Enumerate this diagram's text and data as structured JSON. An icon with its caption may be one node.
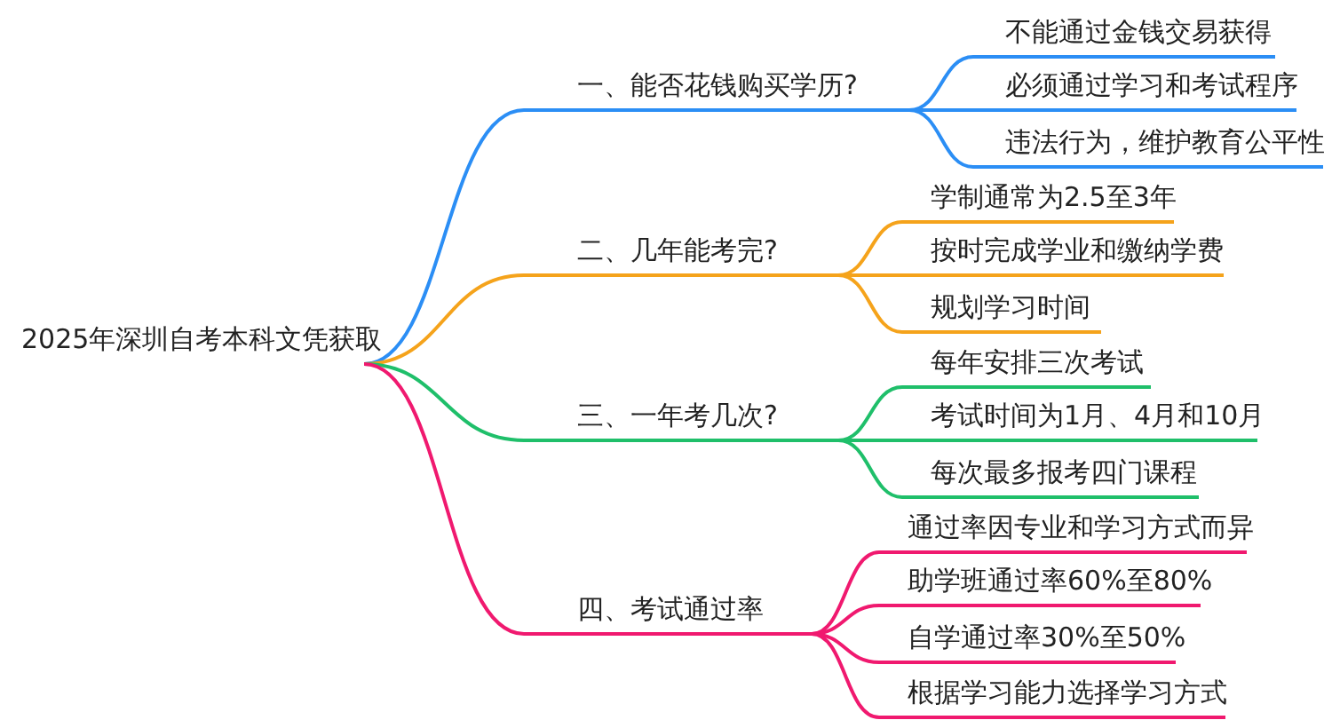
{
  "diagram": {
    "nodes": [
      {
        "text": [
          "2025年深圳自考本科文凭获取"
        ]
      },
      {
        "text": [
          "一、能否花钱购买学历?"
        ]
      },
      {
        "text": [
          "不能通过金钱交易获得"
        ]
      },
      {
        "text": [
          "必须通过学习和考试程序"
        ]
      },
      {
        "text": [
          "违法行为，维护教育公平性"
        ]
      },
      {
        "text": [
          "二、几年能考完?"
        ]
      },
      {
        "text": [
          "学制通常为2.5至3年"
        ]
      },
      {
        "text": [
          "按时完成学业和缴纳学费"
        ]
      },
      {
        "text": [
          "规划学习时间"
        ]
      },
      {
        "text": [
          "三、一年考几次?"
        ]
      },
      {
        "text": [
          "每年安排三次考试"
        ]
      },
      {
        "text": [
          "考试时间为1月、4月和10月"
        ]
      },
      {
        "text": [
          "每次最多报考四门课程"
        ]
      },
      {
        "text": [
          "四、考试通过率"
        ]
      },
      {
        "text": [
          "通过率因专业和学习方式而异"
        ]
      },
      {
        "text": [
          "助学班通过率60%至80%"
        ]
      },
      {
        "text": [
          "自学通过率30%至50%"
        ]
      },
      {
        "text": [
          "根据学习能力选择学习方式"
        ]
      }
    ],
    "edges": [
      {
        "from": 0,
        "to": 1,
        "arrow": "none",
        "color": "#2b8ef5"
      },
      {
        "from": 0,
        "to": 5,
        "arrow": "none",
        "color": "#f5a31b"
      },
      {
        "from": 0,
        "to": 9,
        "arrow": "none",
        "color": "#1fbf6a"
      },
      {
        "from": 0,
        "to": 13,
        "arrow": "none",
        "color": "#f0196f"
      },
      {
        "from": 1,
        "to": 2,
        "arrow": "none",
        "color": "#2b8ef5"
      },
      {
        "from": 1,
        "to": 3,
        "arrow": "none",
        "color": "#2b8ef5"
      },
      {
        "from": 1,
        "to": 4,
        "arrow": "none",
        "color": "#2b8ef5"
      },
      {
        "from": 5,
        "to": 6,
        "arrow": "none",
        "color": "#f5a31b"
      },
      {
        "from": 5,
        "to": 7,
        "arrow": "none",
        "color": "#f5a31b"
      },
      {
        "from": 5,
        "to": 8,
        "arrow": "none",
        "color": "#f5a31b"
      },
      {
        "from": 9,
        "to": 10,
        "arrow": "none",
        "color": "#1fbf6a"
      },
      {
        "from": 9,
        "to": 11,
        "arrow": "none",
        "color": "#1fbf6a"
      },
      {
        "from": 9,
        "to": 12,
        "arrow": "none",
        "color": "#1fbf6a"
      },
      {
        "from": 13,
        "to": 14,
        "arrow": "none",
        "color": "#f0196f"
      },
      {
        "from": 13,
        "to": 15,
        "arrow": "none",
        "color": "#f0196f"
      },
      {
        "from": 13,
        "to": 16,
        "arrow": "none",
        "color": "#f0196f"
      },
      {
        "from": 13,
        "to": 17,
        "arrow": "none",
        "color": "#f0196f"
      }
    ]
  }
}
